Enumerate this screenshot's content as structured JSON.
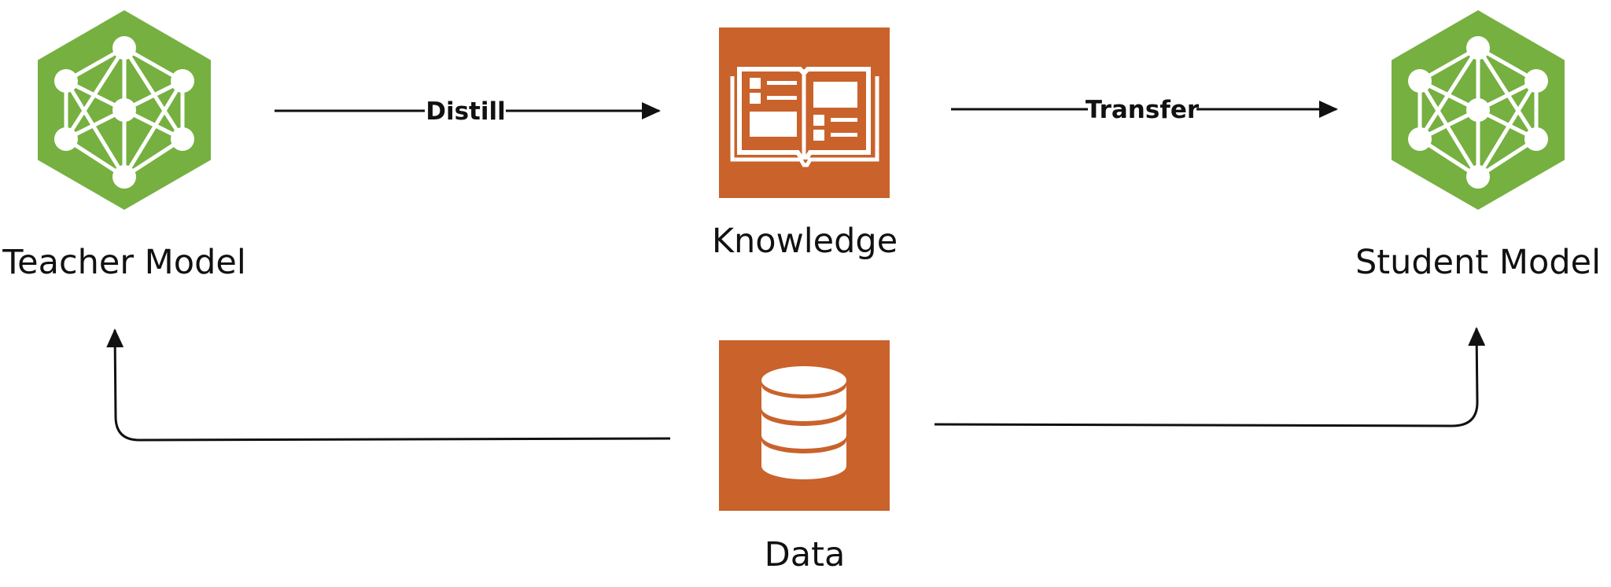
{
  "colors": {
    "model_green": "#76b041",
    "icon_orange": "#c9622b",
    "line": "#111111",
    "background": "#ffffff"
  },
  "nodes": {
    "teacher": {
      "label": "Teacher Model",
      "icon": "neural-network-icon"
    },
    "knowledge": {
      "label": "Knowledge",
      "icon": "open-book-icon"
    },
    "student": {
      "label": "Student Model",
      "icon": "neural-network-icon"
    },
    "data": {
      "label": "Data",
      "icon": "database-icon"
    }
  },
  "edges": {
    "distill": {
      "label": "Distill",
      "from": "teacher",
      "to": "knowledge"
    },
    "transfer": {
      "label": "Transfer",
      "from": "knowledge",
      "to": "student"
    },
    "data_to_teacher": {
      "label": "",
      "from": "data",
      "to": "teacher"
    },
    "data_to_student": {
      "label": "",
      "from": "data",
      "to": "student"
    }
  }
}
